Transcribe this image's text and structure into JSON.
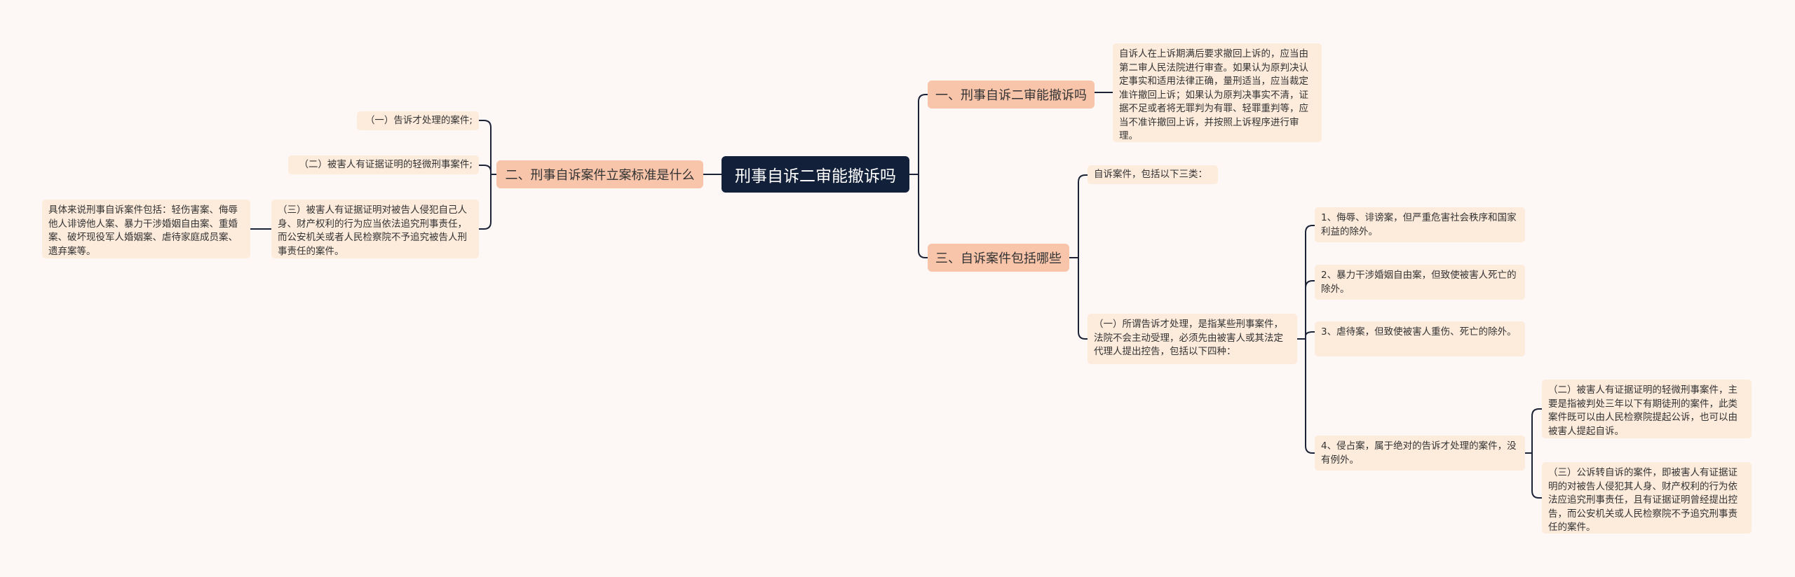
{
  "root": {
    "title": "刑事自诉二审能撤诉吗"
  },
  "branch1": {
    "title": "一、刑事自诉二审能撤诉吗",
    "detail": "自诉人在上诉期满后要求撤回上诉的，应当由第二审人民法院进行审查。如果认为原判决认定事实和适用法律正确，量刑适当，应当裁定准许撤回上诉；如果认为原判决事实不清，证据不足或者将无罪判为有罪、轻罪重判等，应当不准许撤回上诉，并按照上诉程序进行审理。"
  },
  "branch2": {
    "title": "二、刑事自诉案件立案标准是什么",
    "items": [
      "（一）告诉才处理的案件;",
      "（二）被害人有证据证明的轻微刑事案件;",
      "（三）被害人有证据证明对被告人侵犯自己人身、财产权利的行为应当依法追究刑事责任，而公安机关或者人民检察院不予追究被告人刑事责任的案件。"
    ],
    "sub": "具体来说刑事自诉案件包括：轻伤害案、侮辱他人诽谤他人案、暴力干涉婚姻自由案、重婚案、破坏现役军人婚姻案、虐待家庭成员案、遗弃案等。"
  },
  "branch3": {
    "title": "三、自诉案件包括哪些",
    "intro": "自诉案件，包括以下三类：",
    "first": "（一）所谓告诉才处理，是指某些刑事案件，法院不会主动受理，必须先由被害人或其法定代理人提出控告，包括以下四种：",
    "four": [
      "1、侮辱、诽谤案，但严重危害社会秩序和国家利益的除外。",
      "2、暴力干涉婚姻自由案，但致使被害人死亡的除外。",
      "3、虐待案，但致使被害人重伤、死亡的除外。",
      "4、侵占案，属于绝对的告诉才处理的案件，没有例外。"
    ],
    "second": "（二）被害人有证据证明的轻微刑事案件，主要是指被判处三年以下有期徒刑的案件，此类案件既可以由人民检察院提起公诉，也可以由被害人提起自诉。",
    "third": "（三）公诉转自诉的案件，即被害人有证据证明的对被告人侵犯其人身、财产权利的行为依法应追究刑事责任，且有证据证明曾经提出控告，而公安机关或人民检察院不予追究刑事责任的案件。"
  },
  "colors": {
    "root_bg": "#13203a",
    "branch_bg": "#f8c4aa",
    "leaf_bg": "#fdebdc",
    "line": "#1c2336"
  }
}
